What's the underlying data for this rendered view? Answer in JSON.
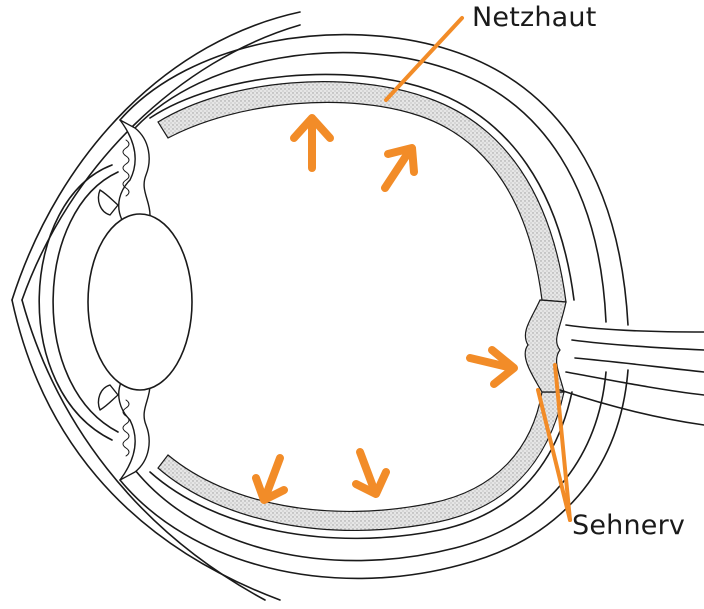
{
  "labels": {
    "retina": "Netzhaut",
    "optic_nerve": "Sehnerv"
  },
  "colors": {
    "accent": "#F28C28",
    "line": "#1a1a1a",
    "retina_fill": "#cfcfcf"
  },
  "icons": [
    "arrow-icon",
    "leader-line"
  ]
}
